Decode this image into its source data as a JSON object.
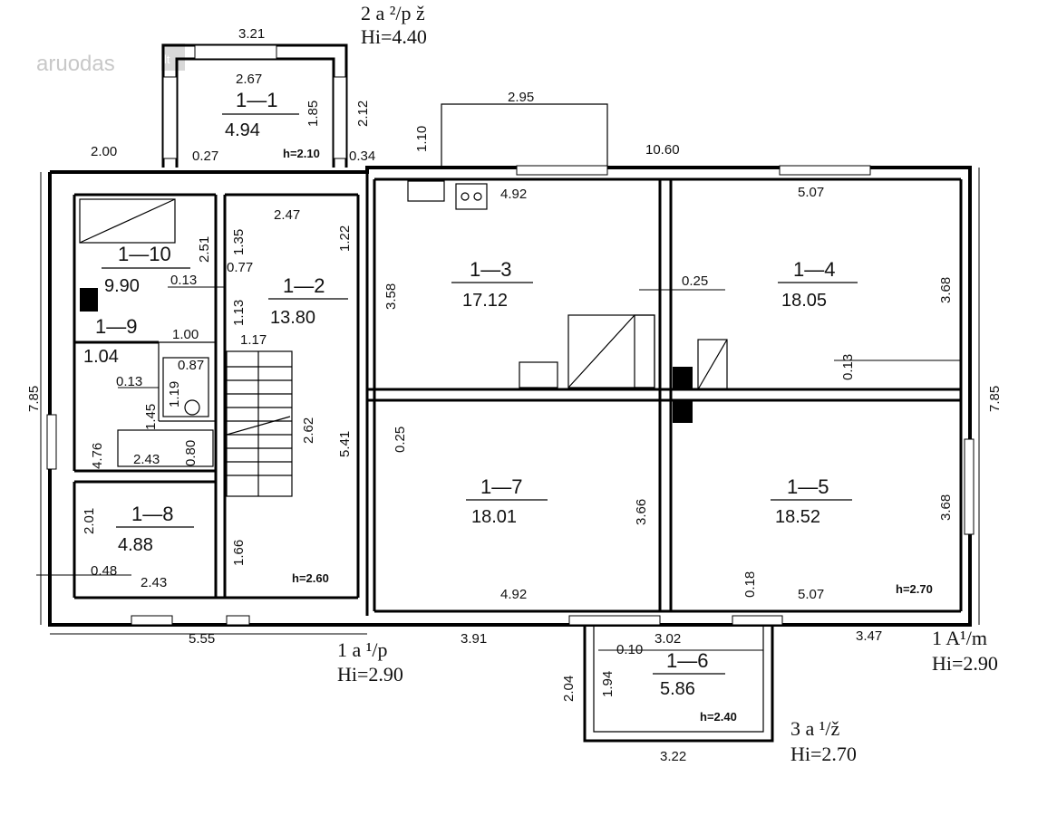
{
  "watermark": {
    "text": "aruodas",
    "suffix": "lt"
  },
  "blocks": [
    {
      "id": "block-2",
      "title": "2 a ²/p ž",
      "height": "Hi=4.40"
    },
    {
      "id": "block-1",
      "title": "1 a ¹/p",
      "height": "Hi=2.90"
    },
    {
      "id": "block-1A",
      "title": "1 A¹/m",
      "height": "Hi=2.90"
    },
    {
      "id": "block-3",
      "title": "3 a ¹/ž",
      "height": "Hi=2.70"
    }
  ],
  "rooms": [
    {
      "id": "1-1",
      "label": "1—1",
      "area": "4.94"
    },
    {
      "id": "1-2",
      "label": "1—2",
      "area": "13.80"
    },
    {
      "id": "1-3",
      "label": "1—3",
      "area": "17.12"
    },
    {
      "id": "1-4",
      "label": "1—4",
      "area": "18.05"
    },
    {
      "id": "1-5",
      "label": "1—5",
      "area": "18.52"
    },
    {
      "id": "1-6",
      "label": "1—6",
      "area": "5.86"
    },
    {
      "id": "1-7",
      "label": "1—7",
      "area": "18.01"
    },
    {
      "id": "1-8",
      "label": "1—8",
      "area": "4.88"
    },
    {
      "id": "1-9",
      "label": "1—9",
      "area": "1.04"
    },
    {
      "id": "1-10",
      "label": "1—10",
      "area": "9.90"
    }
  ],
  "heights": {
    "h_1_1": "h=2.10",
    "h_1_2": "h=2.60",
    "h_1_5": "h=2.70",
    "h_1_6": "h=2.40"
  },
  "dimensions": {
    "d_321": "3.21",
    "d_267": "2.67",
    "d_185": "1.85",
    "d_212": "2.12",
    "d_200": "2.00",
    "d_027": "0.27",
    "d_034": "0.34",
    "d_295": "2.95",
    "d_110": "1.10",
    "d_1060": "10.60",
    "d_492a": "4.92",
    "d_507a": "5.07",
    "d_247": "2.47",
    "d_135": "1.35",
    "d_122": "1.22",
    "d_251": "2.51",
    "d_077": "0.77",
    "d_013a": "0.13",
    "d_113": "1.13",
    "d_358": "3.58",
    "d_025a": "0.25",
    "d_368a": "3.68",
    "d_785a": "7.85",
    "d_785b": "7.85",
    "d_100": "1.00",
    "d_087": "0.87",
    "d_117": "1.17",
    "d_013b": "0.13",
    "d_119": "1.19",
    "d_145": "1.45",
    "d_013c": "0.13",
    "d_262": "2.62",
    "d_541": "5.41",
    "d_025b": "0.25",
    "d_476": "4.76",
    "d_243a": "2.43",
    "d_080": "0.80",
    "d_366": "3.66",
    "d_368b": "3.68",
    "d_201": "2.01",
    "d_166": "1.66",
    "d_048": "0.48",
    "d_243b": "2.43",
    "d_492b": "4.92",
    "d_018": "0.18",
    "d_507b": "5.07",
    "d_555": "5.55",
    "d_391": "3.91",
    "d_302": "3.02",
    "d_347": "3.47",
    "d_010": "0.10",
    "d_204": "2.04",
    "d_194": "1.94",
    "d_322": "3.22"
  }
}
